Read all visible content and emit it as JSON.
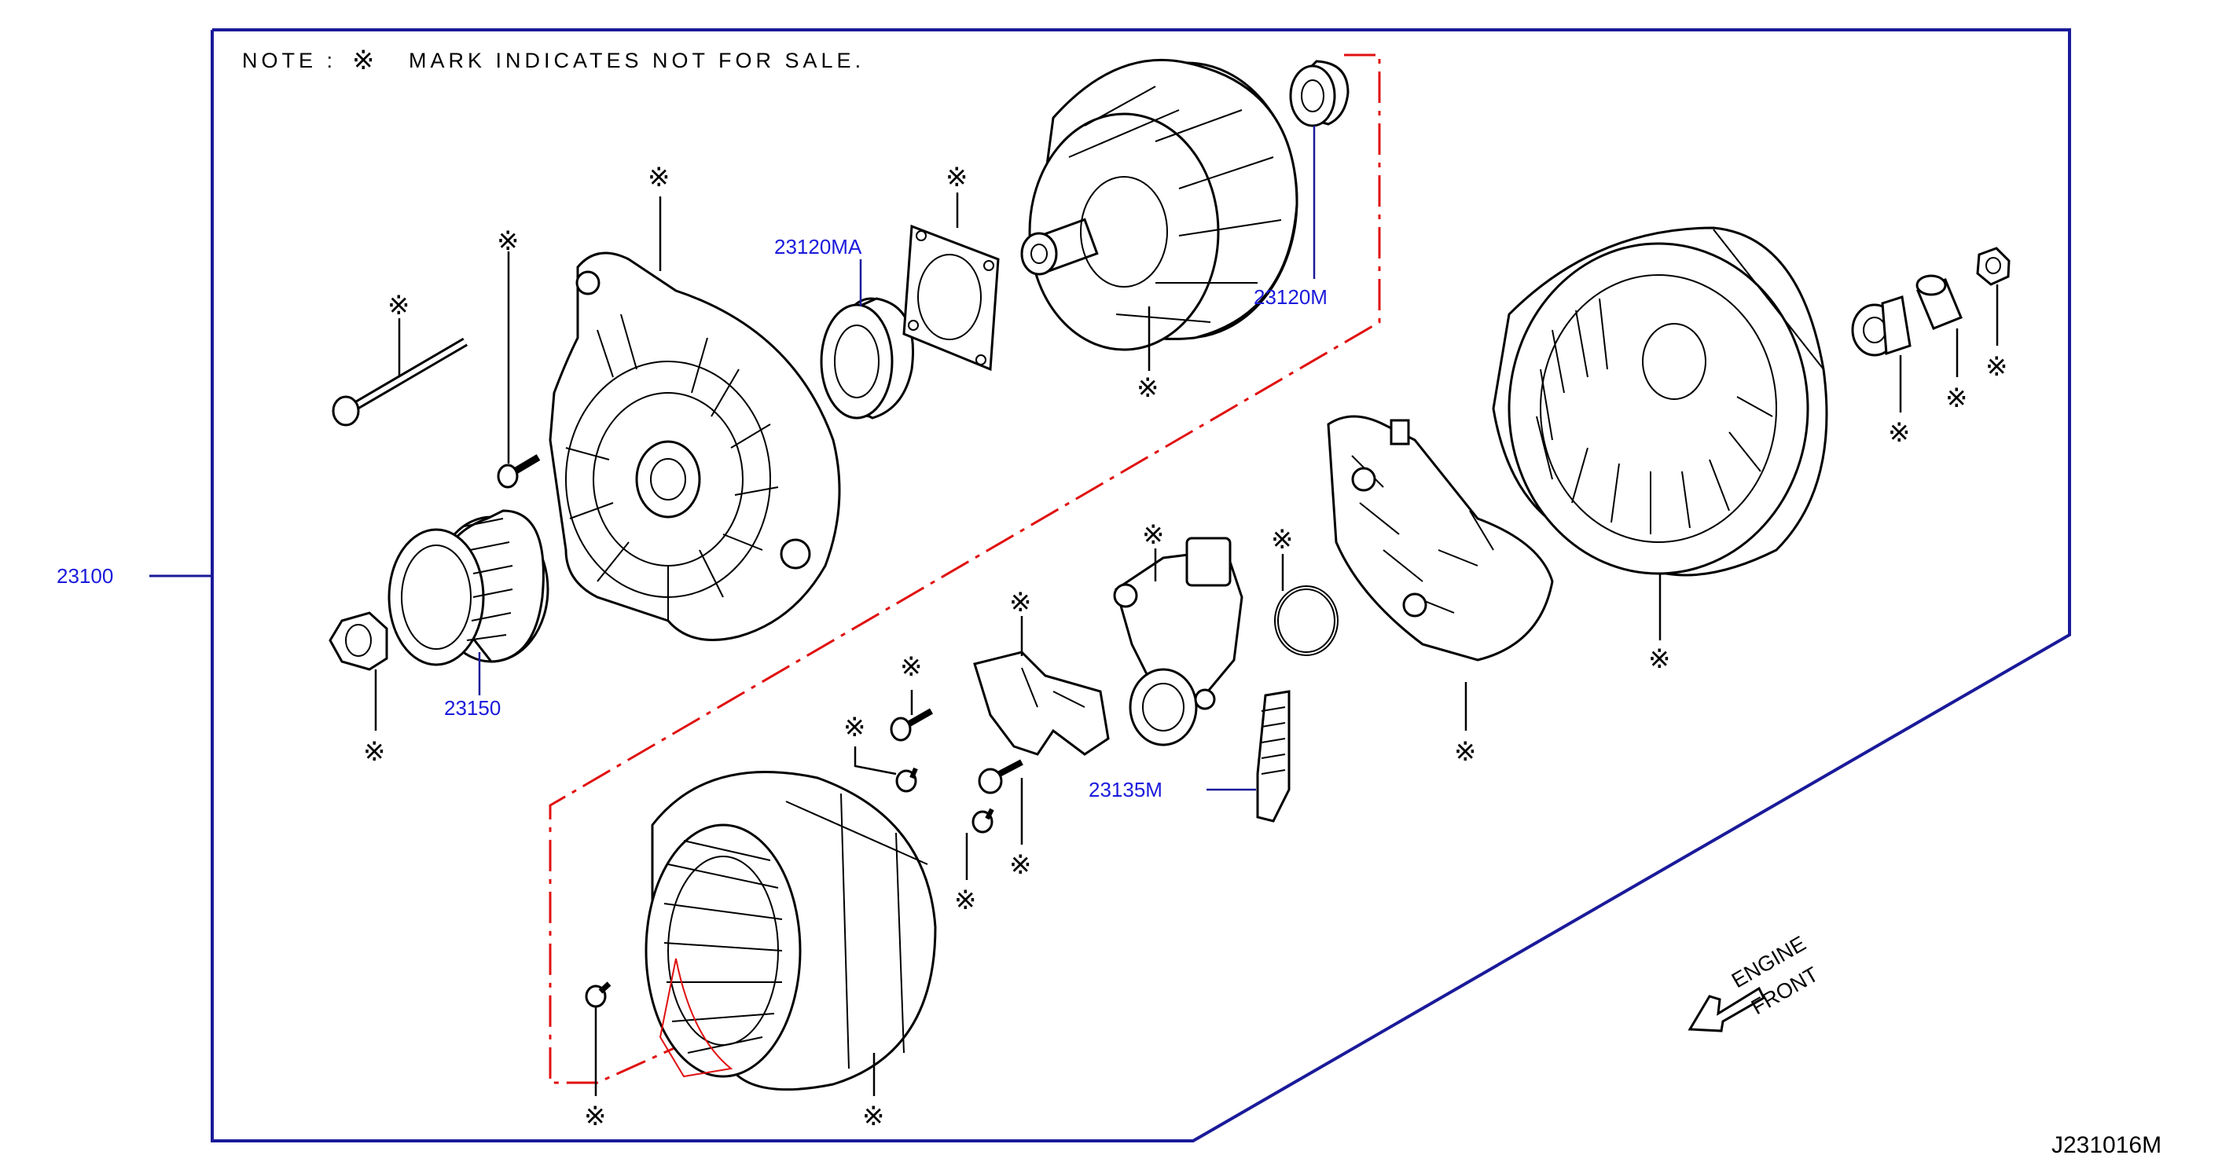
{
  "note": {
    "prefix": "NOTE :",
    "symbol": "※",
    "text": "MARK  INDICATES  NOT  FOR  SALE."
  },
  "part_labels": {
    "assembly": "23100",
    "pulley": "23150",
    "bearing_front": "23120MA",
    "bearing_rear": "23120M",
    "brush": "23135M"
  },
  "not_for_sale_symbol": "※",
  "direction": {
    "line1": "ENGINE",
    "line2": "FRONT"
  },
  "diagram_code": "J231016M",
  "colors": {
    "frame": "#1a1a9a",
    "label": "#1a1adc",
    "phantom": "#e01010",
    "ink": "#000000"
  }
}
